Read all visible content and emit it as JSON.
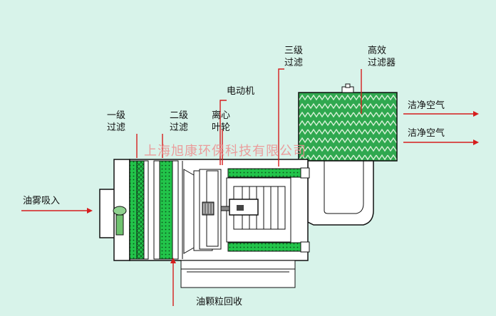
{
  "labels": {
    "stage1": [
      "一级",
      "过滤"
    ],
    "stage2": [
      "二级",
      "过滤"
    ],
    "impeller": [
      "离心",
      "叶轮"
    ],
    "motor": "电动机",
    "stage3": [
      "三级",
      "过滤"
    ],
    "hepa": [
      "高效",
      "过滤器"
    ],
    "clean_air_1": "洁净空气",
    "clean_air_2": "洁净空气",
    "inlet": "油雾吸入",
    "oil_recovery": "油颗粒回收"
  },
  "watermark": "上海旭康环保科技有限公司",
  "colors": {
    "background": "#d8f3ea",
    "leader_line": "#d61d1d",
    "filter_green": "#22c44a",
    "hepa_fill": "#2fa84f",
    "outline": "#111111"
  }
}
